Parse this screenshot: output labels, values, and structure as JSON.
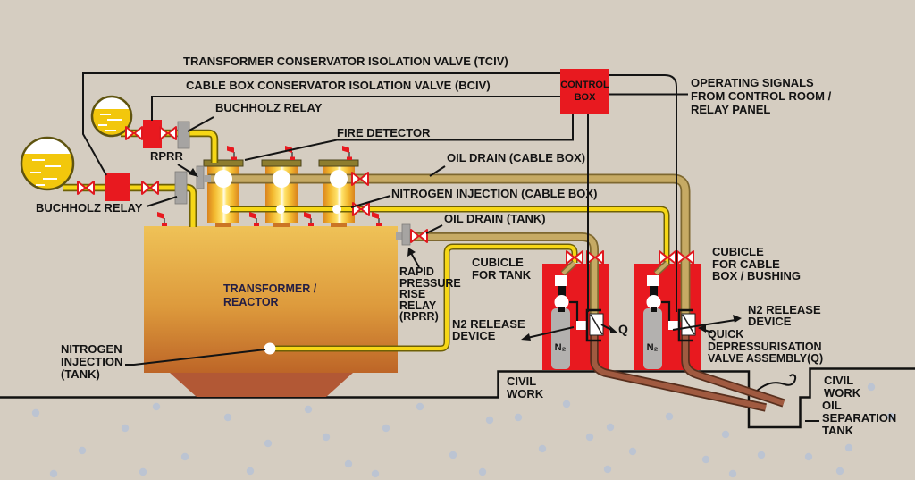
{
  "diagram": {
    "type": "transformer-fire-protection-system-schematic",
    "colors": {
      "background": "#d5cdc1",
      "red": "#e8191f",
      "yellow_pipe": "#f6d716",
      "tan_pipe": "#c6aa64",
      "brown_pipe": "#a05a40",
      "gray_component": "#a6a4a2",
      "tank_top": "#efc257",
      "tank_bottom": "#bd6527",
      "gravel": "#bcc4d2"
    },
    "labels": {
      "tciv": "TRANSFORMER CONSERVATOR ISOLATION VALVE (TCIV)",
      "bciv": "CABLE BOX CONSERVATOR ISOLATION VALVE (BCIV)",
      "buchholz_relay_top": "BUCHHOLZ RELAY",
      "buchholz_relay_bottom": "BUCHHOLZ RELAY",
      "rprr_short": "RPRR",
      "fire_detector": "FIRE DETECTOR",
      "oil_drain_cable_box": "OIL DRAIN (CABLE BOX)",
      "nitrogen_injection_cable_box": "NITROGEN INJECTION (CABLE BOX)",
      "oil_drain_tank": "OIL DRAIN (TANK)",
      "control_box": [
        "CONTROL",
        "BOX"
      ],
      "operating_signals": [
        "OPERATING SIGNALS",
        "FROM CONTROL ROOM /",
        "RELAY PANEL"
      ],
      "transformer": [
        "TRANSFORMER /",
        "REACTOR"
      ],
      "rprr_full": [
        "RAPID",
        "PRESSURE",
        "RISE",
        "RELAY",
        "(RPRR)"
      ],
      "cubicle_for_tank": [
        "CUBICLE",
        "FOR TANK"
      ],
      "n2_release_left": [
        "N2 RELEASE",
        "DEVICE"
      ],
      "q": "Q",
      "cubicle_for_cable_box": [
        "CUBICLE",
        "FOR CABLE",
        "BOX / BUSHING"
      ],
      "n2_release_right": [
        "N2 RELEASE",
        "DEVICE"
      ],
      "quick_depressurisation": [
        "QUICK",
        "DEPRESSURISATION",
        "VALVE ASSEMBLY(Q)"
      ],
      "nitrogen_injection_tank": [
        "NITROGEN",
        "INJECTION",
        "(TANK)"
      ],
      "civil_work_left": [
        "CIVIL",
        "WORK"
      ],
      "civil_work_right": [
        "CIVIL",
        "WORK"
      ],
      "oil_separation_tank": [
        "OIL",
        "SEPARATION",
        "TANK"
      ],
      "n2_cylinder": "N₂"
    }
  }
}
